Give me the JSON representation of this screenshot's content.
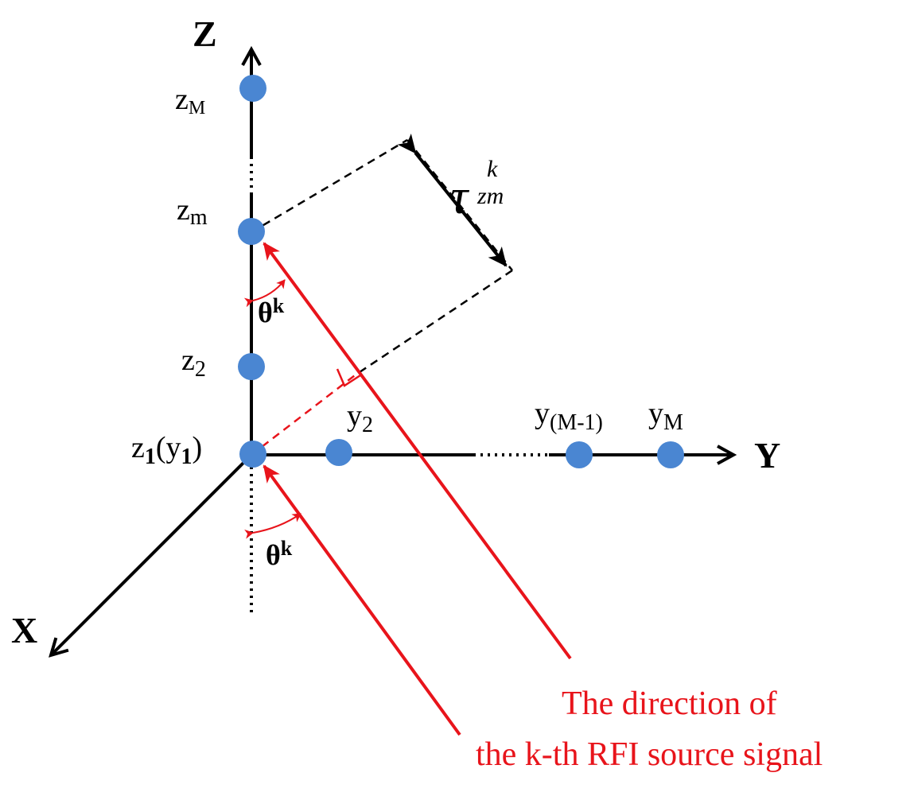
{
  "axes": {
    "z": "Z",
    "y": "Y",
    "x": "X"
  },
  "nodes": {
    "zM": {
      "base": "z",
      "sub": "M"
    },
    "zm": {
      "base": "z",
      "sub": "m"
    },
    "z2": {
      "base": "z",
      "sub": "2"
    },
    "z1y1": {
      "p1": "z",
      "s1": "1",
      "p2": "(y",
      "s2": "1",
      "p3": ")"
    },
    "y2": {
      "base": "y",
      "sub": "2"
    },
    "yM1": {
      "base": "y",
      "sub": "(M-1)"
    },
    "yM": {
      "base": "y",
      "sub": "M"
    }
  },
  "angles": {
    "theta": "θ",
    "sup": "k"
  },
  "delay": {
    "symbol": "τ",
    "sub": "zm",
    "sup": "k"
  },
  "caption": {
    "line1": "The direction of",
    "line2": "the k-th RFI source signal"
  },
  "colors": {
    "node": "#4a86d2",
    "signal": "#e8141b",
    "axis": "#000000"
  }
}
